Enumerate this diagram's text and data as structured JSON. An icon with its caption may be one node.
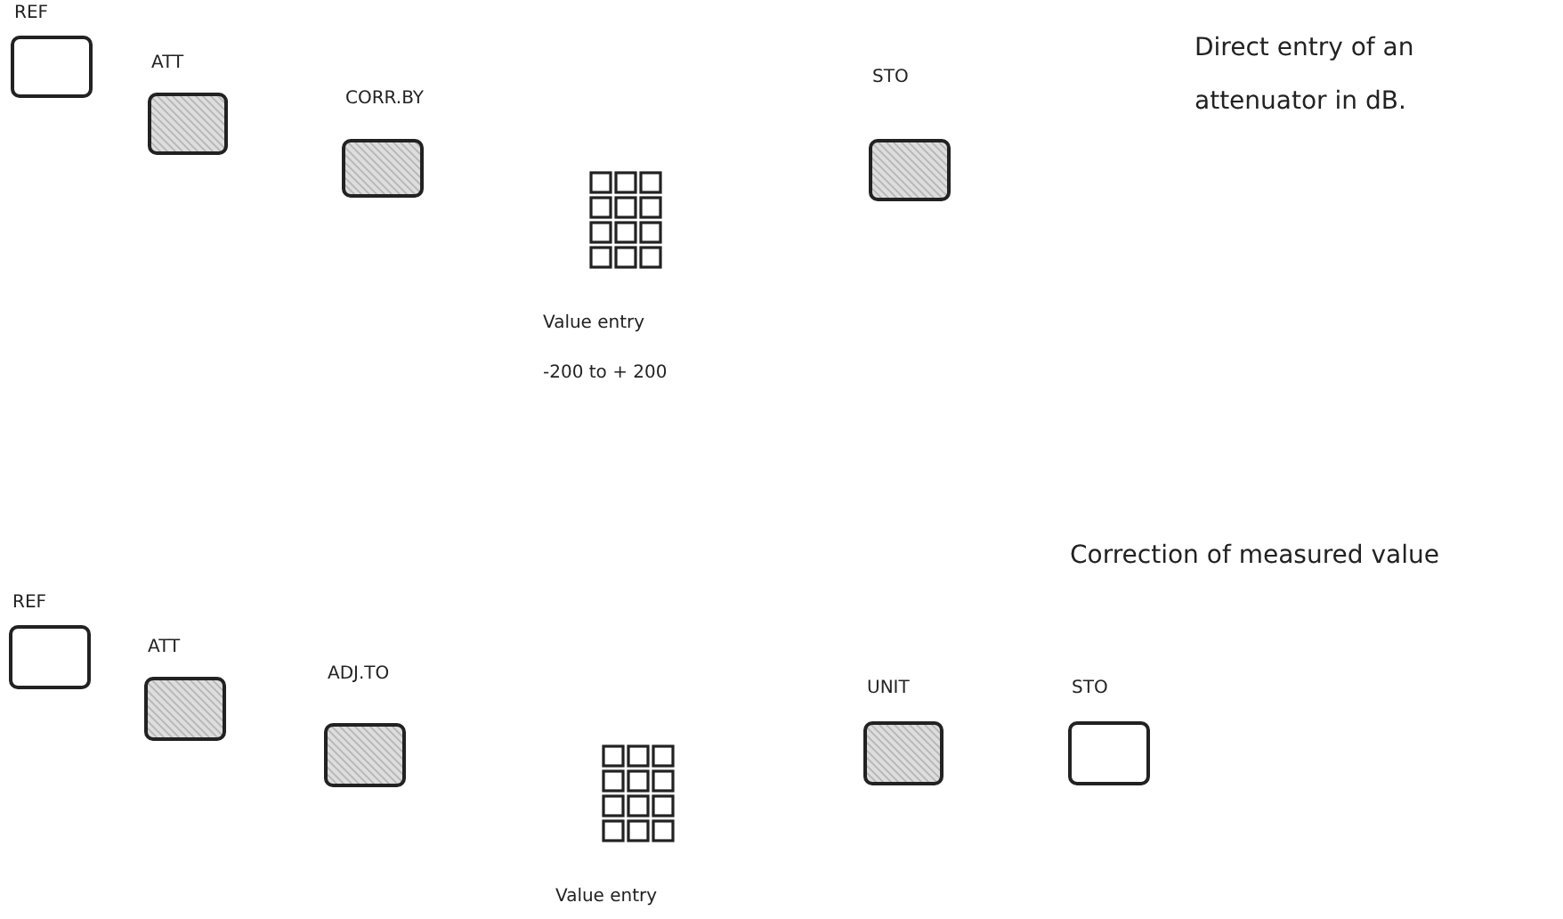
{
  "diagram": {
    "nodes": [
      {
        "text": [
          "REF"
        ]
      },
      {
        "text": [
          "ATT"
        ]
      },
      {
        "text": [
          "CORR.BY"
        ]
      },
      {
        "text": [],
        "shape": "picture",
        "beside": [
          "Value entry",
          "-200 to + 200"
        ]
      },
      {
        "text": [
          "STO"
        ]
      },
      {
        "text": [
          "REF"
        ]
      },
      {
        "text": [
          "ATT"
        ]
      },
      {
        "text": [
          "ADJ.TO"
        ]
      },
      {
        "text": [],
        "shape": "picture",
        "beside": [
          "Value entry"
        ]
      },
      {
        "text": [
          "UNIT"
        ]
      },
      {
        "text": [
          "STO"
        ]
      }
    ],
    "labels": [
      "Direct entry of an attenuator in dB.",
      "Correction of measured value"
    ]
  }
}
